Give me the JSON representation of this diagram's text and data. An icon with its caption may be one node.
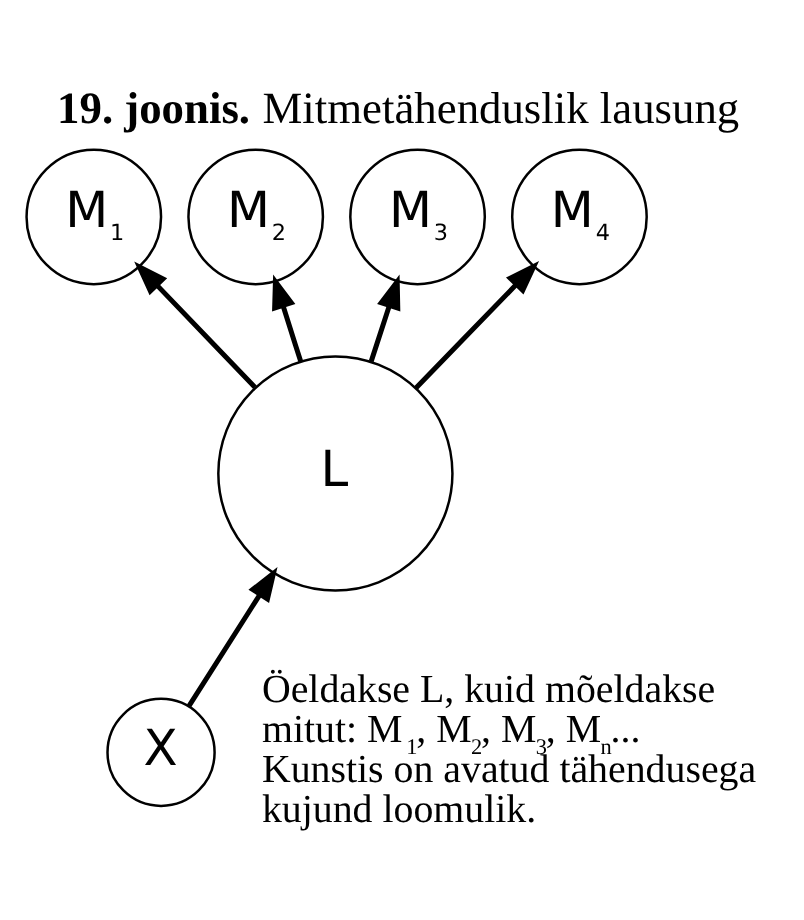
{
  "diagram": {
    "title": "**19. joonis.** Mitmetähenduslik lausung",
    "nodes": [
      {
        "text": [
          "M$_{1}$"
        ]
      },
      {
        "text": [
          "M$_{2}$"
        ]
      },
      {
        "text": [
          "M$_{3}$"
        ]
      },
      {
        "text": [
          "M$_{4}$"
        ]
      },
      {
        "text": [
          "L"
        ]
      },
      {
        "text": [
          "X"
        ]
      }
    ],
    "edges": [
      {
        "from": 4,
        "to": 0,
        "arrow": "to"
      },
      {
        "from": 4,
        "to": 1,
        "arrow": "to"
      },
      {
        "from": 4,
        "to": 2,
        "arrow": "to"
      },
      {
        "from": 4,
        "to": 3,
        "arrow": "to"
      },
      {
        "from": 5,
        "to": 4,
        "arrow": "to"
      }
    ],
    "labels": [
      "Öeldakse L, kuid mõeldakse mitut: M$_{1}$, M$_{2}$, M$_{3}$, M$_{n}$... Kunstis on avatud tähendusega kujund loomulik."
    ]
  }
}
